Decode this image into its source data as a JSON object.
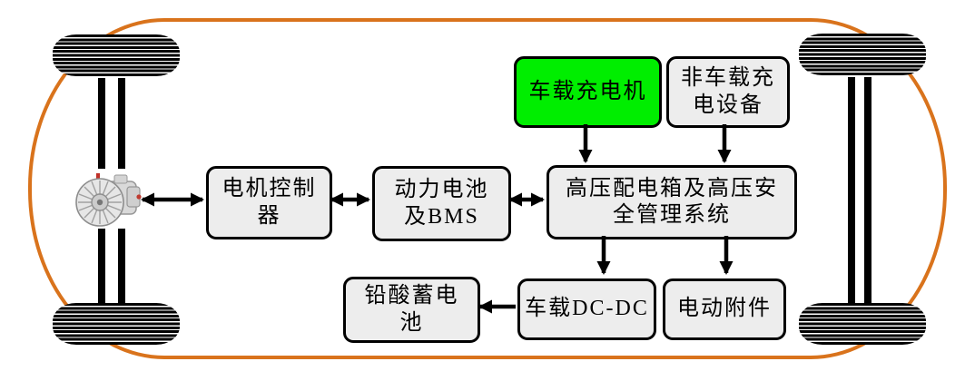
{
  "colors": {
    "body_outline": "#d9731c",
    "box_fill": "#ededed",
    "box_border": "#000000",
    "onboard_charger_fill": "#00ee00",
    "arrow": "#000000",
    "wheel": "#000000",
    "text": "#000000"
  },
  "boxes": {
    "onboard_charger": {
      "lines": [
        "车载充电机"
      ]
    },
    "offboard_charger": {
      "lines": [
        "非车载充",
        "电设备"
      ]
    },
    "motor_controller": {
      "lines": [
        "电机控制",
        "器"
      ]
    },
    "battery_bms": {
      "lines": [
        "动力电池",
        "及BMS"
      ]
    },
    "hv_distribution": {
      "lines": [
        "高压配电箱及高压安",
        "全管理系统"
      ]
    },
    "lead_acid_battery": {
      "lines": [
        "铅酸蓄电",
        "池"
      ]
    },
    "dcdc_converter": {
      "lines": [
        "车载DC-DC"
      ]
    },
    "electric_accessories": {
      "lines": [
        "电动附件"
      ]
    }
  },
  "icons": {
    "motor": "electric-motor-image",
    "wheel": "tire-tread-shape",
    "body": "car-body-outline"
  }
}
